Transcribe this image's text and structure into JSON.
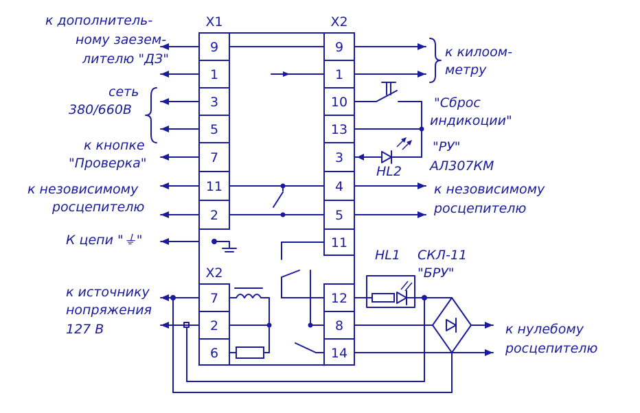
{
  "connectors": {
    "x1_top": "X1",
    "x2_top": "X2",
    "x2_bottom": "X2"
  },
  "pins": {
    "x1": [
      "9",
      "1",
      "3",
      "5",
      "7",
      "11",
      "2"
    ],
    "x2": [
      "9",
      "1",
      "10",
      "13",
      "3",
      "4",
      "5",
      "11"
    ],
    "x2_lower": [
      "7",
      "2",
      "6"
    ],
    "x2_right_lower": [
      "12",
      "8",
      "14"
    ]
  },
  "labels": {
    "left_dz_1": "к дополнитель-",
    "left_dz_2": "ному заезем-",
    "left_dz_3": "лителю \"ДЗ\"",
    "left_net_1": "сеть",
    "left_net_2": "380/660В",
    "left_check_1": "к кнопке",
    "left_check_2": "\"Проверка\"",
    "left_indep_1": "к незовисимому",
    "left_indep_2": "росцепителю",
    "left_ground": "К цепи \"⏚\"",
    "left_source_1": "к источнику",
    "left_source_2": "нопряжения",
    "left_source_3": "127 В",
    "right_kilo_1": "к килоом-",
    "right_kilo_2": "метру",
    "right_reset_1": "\"Сброс",
    "right_reset_2": "индикоции\"",
    "right_ru": "\"РУ\"",
    "right_hl2_type": "АЛ307КМ",
    "right_hl2": "HL2",
    "right_indep_1": "к незовисимому",
    "right_indep_2": "росцепителю",
    "right_hl1": "HL1",
    "right_skl": "СКЛ-11",
    "right_bru": "\"БРУ\"",
    "right_zero_1": "к нулебому",
    "right_zero_2": "росцепителю"
  }
}
